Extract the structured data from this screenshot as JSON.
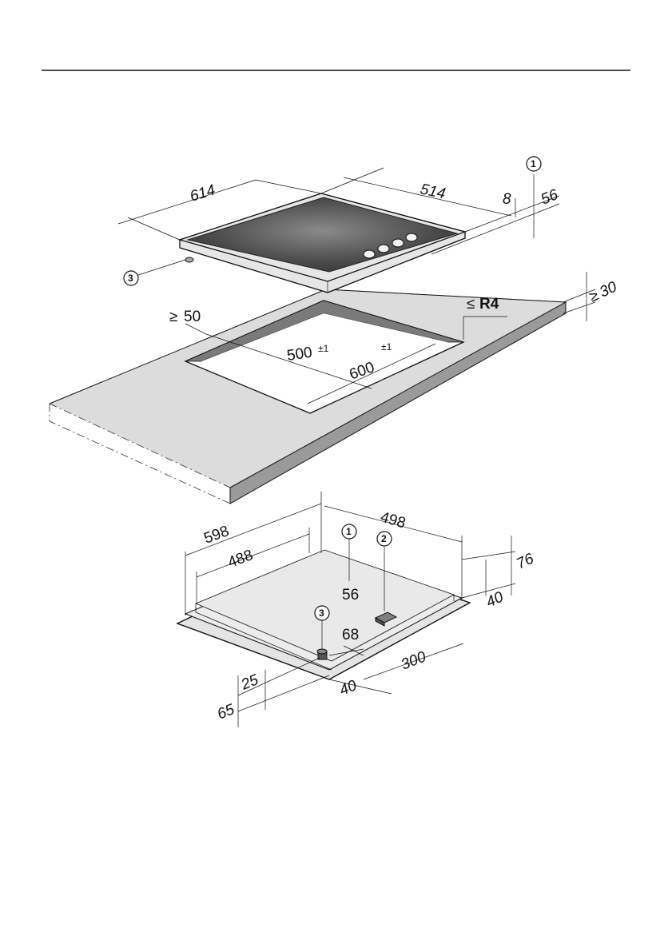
{
  "colors": {
    "counter_top": "#dcdcdc",
    "counter_edge": "#9a9a9a",
    "hob_glass": "#4a4a4a",
    "hob_frame": "#e6e6e6",
    "underside": "#e4e4e4",
    "ink": "#111111"
  },
  "hob_top_view": {
    "dim_width": "614",
    "dim_depth": "514",
    "dim_frame_height": "8",
    "dim_total_height": "56",
    "callout_top": "1",
    "callout_left": "3"
  },
  "cutout": {
    "dim_clearance_symbol": "≥",
    "dim_clearance": "50",
    "dim_width": "500",
    "dim_width_tol": "±1",
    "dim_length": "600",
    "dim_length_tol": "±1",
    "radius_symbol": "≤",
    "radius": "R4",
    "worktop_symbol": "≥",
    "worktop_thickness": "30"
  },
  "hob_underside": {
    "dim_outer_width": "598",
    "dim_outer_depth": "498",
    "dim_inner_width": "488",
    "dim_height_56": "56",
    "dim_76": "76",
    "dim_40_right": "40",
    "dim_68": "68",
    "dim_300": "300",
    "dim_40_bottom": "40",
    "dim_25": "25",
    "dim_65": "65",
    "callout_1": "1",
    "callout_2": "2",
    "callout_3": "3"
  }
}
